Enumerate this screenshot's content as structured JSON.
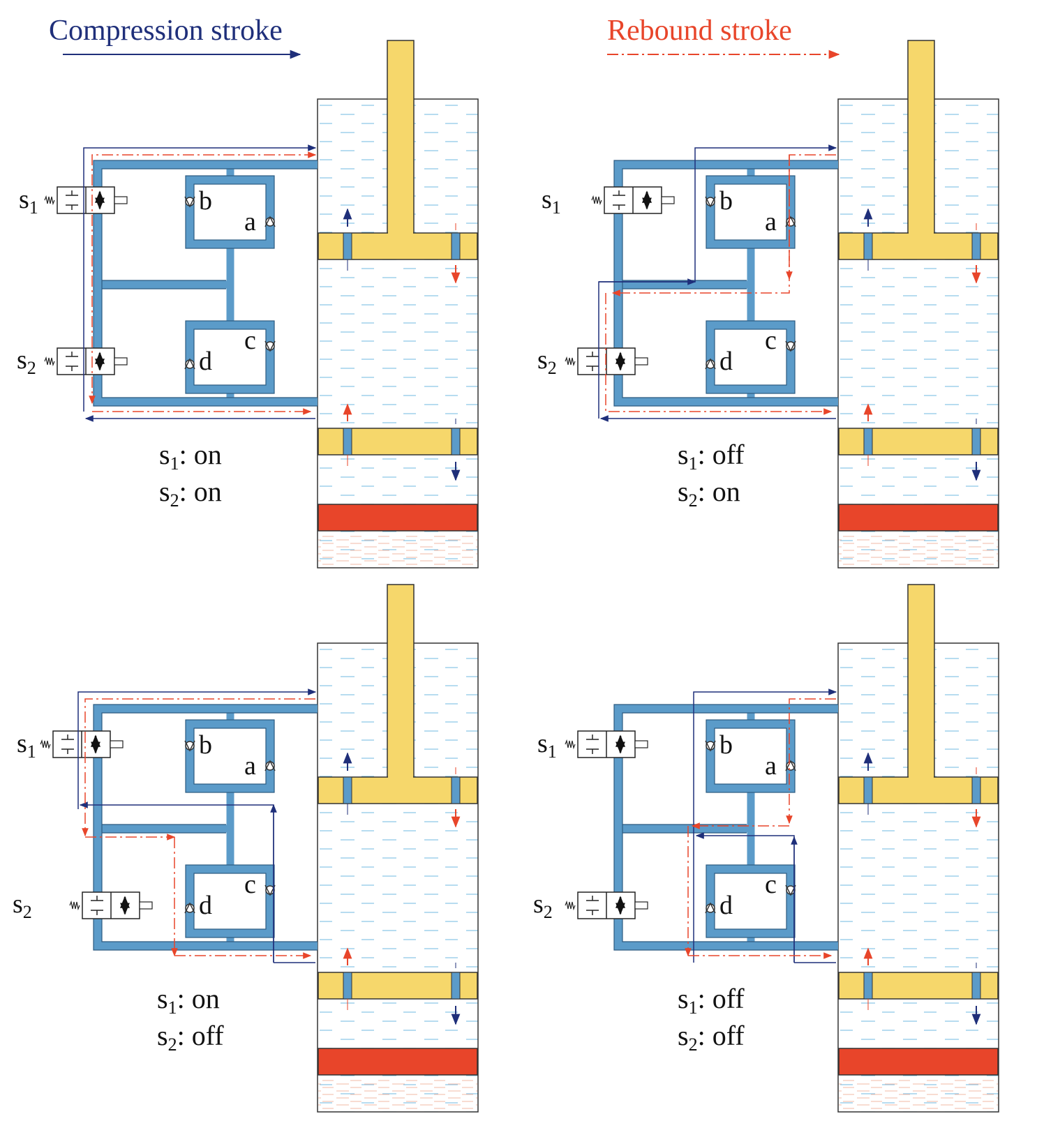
{
  "legend": {
    "compression": {
      "label": "Compression stroke",
      "color": "#1f2f7a"
    },
    "rebound": {
      "label": "Rebound stroke",
      "color": "#e8452a"
    }
  },
  "colors": {
    "pipe": "#5b9bc9",
    "piston": "#f6d76b",
    "gas": "#e8452a",
    "fluid_line": "#6fb3d9",
    "compression": "#1f2f7a",
    "rebound": "#e8452a"
  },
  "valve_labels": {
    "a": "a",
    "b": "b",
    "c": "c",
    "d": "d"
  },
  "solenoids": {
    "s": "s",
    "sub1": "1",
    "sub2": "2"
  },
  "panels": [
    {
      "id": "top-left",
      "s1_state": "on",
      "s2_state": "on"
    },
    {
      "id": "top-right",
      "s1_state": "off",
      "s2_state": "on"
    },
    {
      "id": "bottom-left",
      "s1_state": "on",
      "s2_state": "off"
    },
    {
      "id": "bottom-right",
      "s1_state": "off",
      "s2_state": "off"
    }
  ]
}
